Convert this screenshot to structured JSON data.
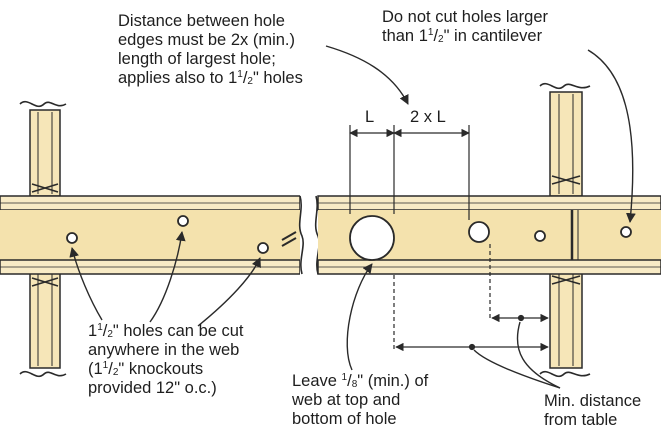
{
  "diagram": {
    "colors": {
      "web": "#f4e2ad",
      "flange": "#f8ebc6",
      "stud": "#f6e6b8",
      "ink": "#2a2a2a",
      "paper": "#ffffff"
    },
    "labels": {
      "spacing_note": {
        "line1": "Distance between hole",
        "line2": "edges must be 2x (min.)",
        "line3": "length of largest hole;",
        "line4_a": "applies also to 1",
        "line4_sup": "1",
        "line4_sub": "2",
        "line4_b": "\" holes"
      },
      "cantilever_note": {
        "line1": "Do not cut holes larger",
        "line2_a": "than 1",
        "line2_sup": "1",
        "line2_sub": "2",
        "line2_b": "\" in cantilever"
      },
      "dim_l": "L",
      "dim_2xl": "2 x L",
      "knockout_note": {
        "line1_a": "1",
        "line1_sup": "1",
        "line1_sub": "2",
        "line1_b": "\" holes can be cut",
        "line2": "anywhere in the web",
        "line3_a": "(1",
        "line3_sup": "1",
        "line3_sub": "2",
        "line3_b": "\" knockouts",
        "line4": "provided 12\" o.c.)"
      },
      "leave_note": {
        "line1_a": "Leave ",
        "line1_sup": "1",
        "line1_sub": "8",
        "line1_b": "\" (min.) of",
        "line2": "web at top and",
        "line3": "bottom of hole"
      },
      "table_note": {
        "line1": "Min. distance",
        "line2": "from table"
      }
    }
  }
}
